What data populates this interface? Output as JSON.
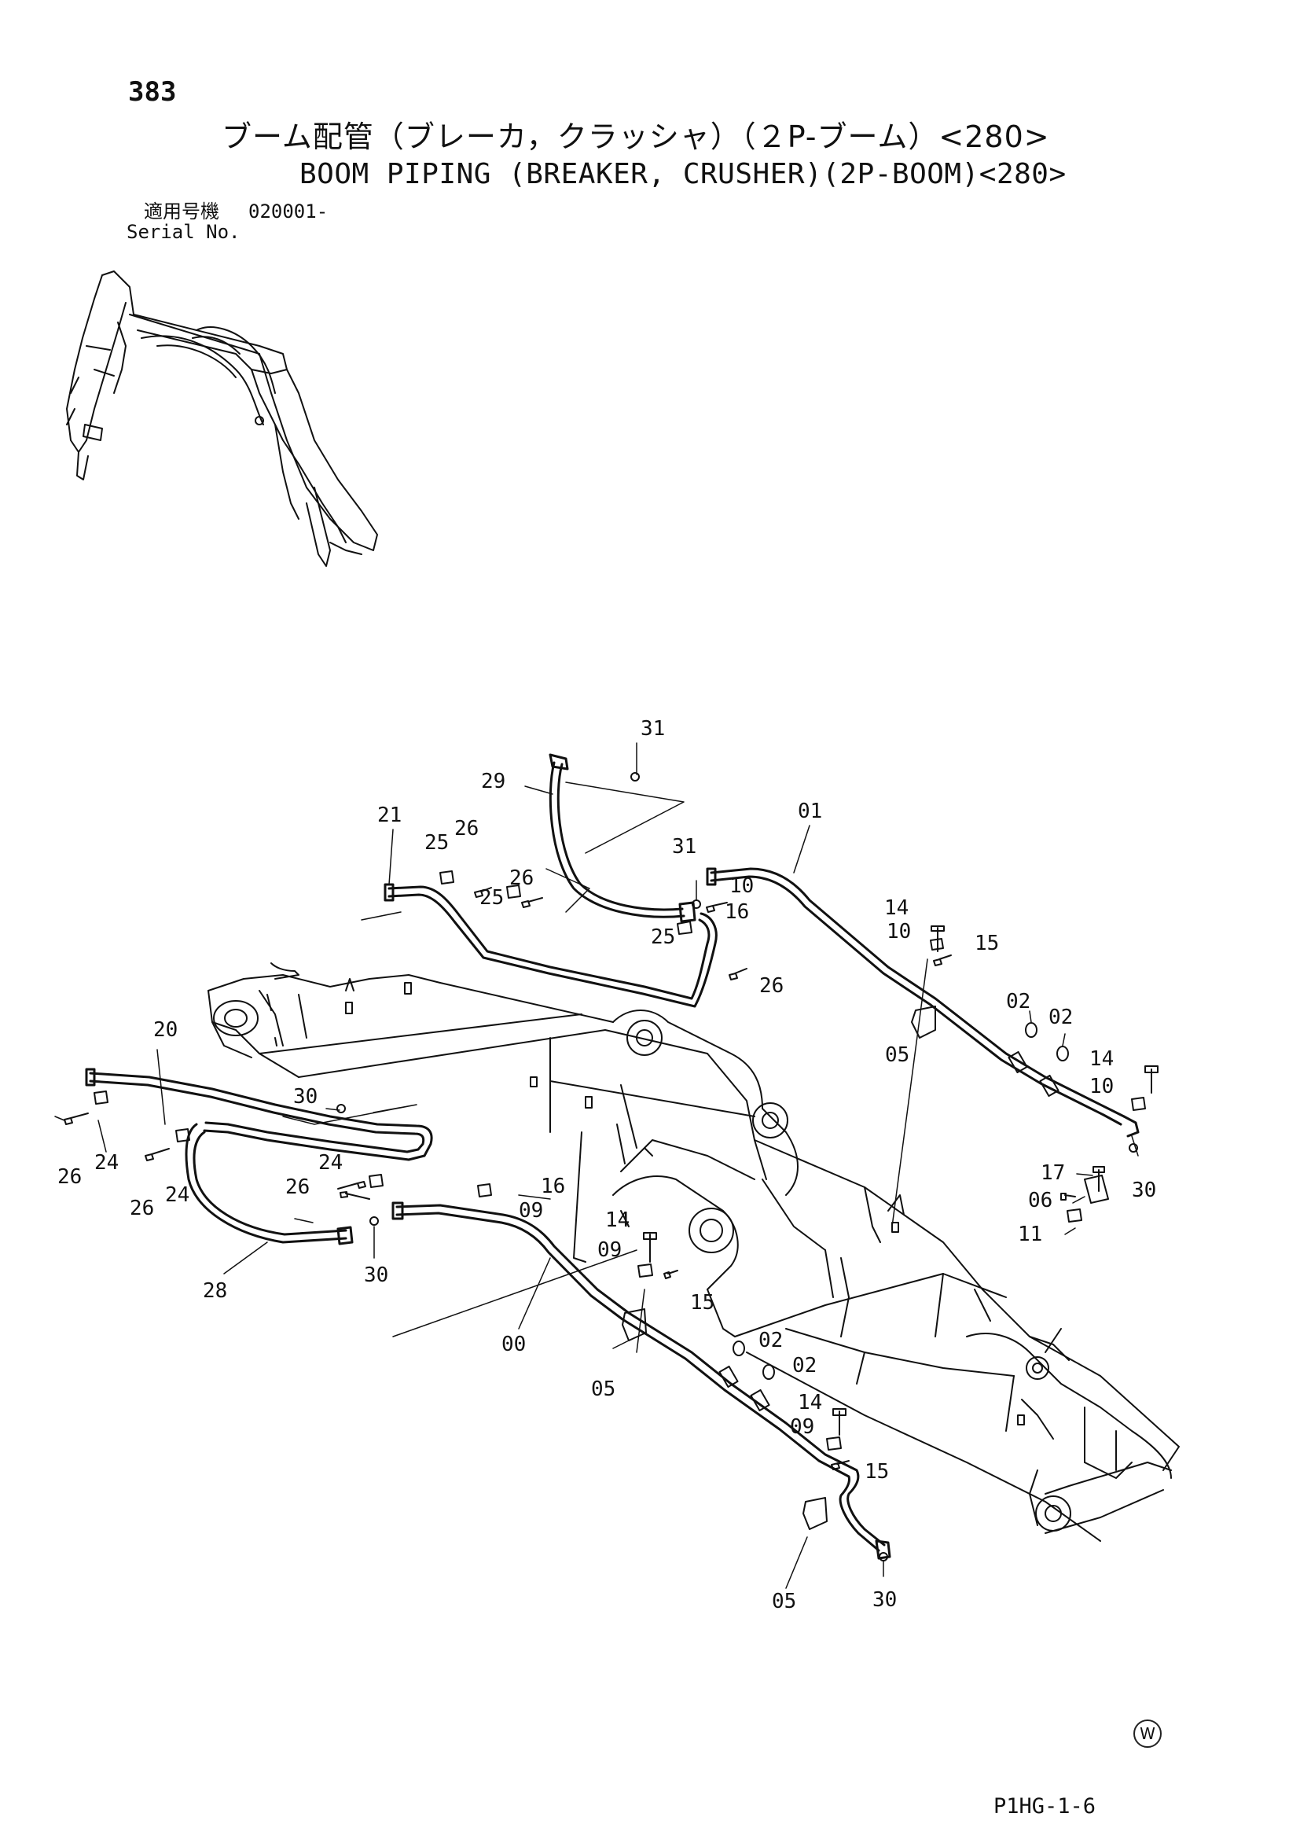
{
  "header": {
    "page_number": "383",
    "title_jp": "ブーム配管（ブレーカ，クラッシャ）（２P-ブーム）<280>",
    "title_en": "BOOM PIPING (BREAKER, CRUSHER)(2P-BOOM)<280>",
    "serial_label_jp": "適用号機",
    "serial_value": "020001-",
    "serial_label_en": "Serial No."
  },
  "footer": {
    "page_code": "P1HG-1-6",
    "mark": "W"
  },
  "callouts": [
    {
      "id": "c31a",
      "label": "31"
    },
    {
      "id": "c29",
      "label": "29"
    },
    {
      "id": "c01",
      "label": "01"
    },
    {
      "id": "c21",
      "label": "21"
    },
    {
      "id": "c25a",
      "label": "25"
    },
    {
      "id": "c26a",
      "label": "26"
    },
    {
      "id": "c31b",
      "label": "31"
    },
    {
      "id": "c26b",
      "label": "26"
    },
    {
      "id": "c25b",
      "label": "25"
    },
    {
      "id": "c10a",
      "label": "10"
    },
    {
      "id": "c16a",
      "label": "16"
    },
    {
      "id": "c25c",
      "label": "25"
    },
    {
      "id": "c26c",
      "label": "26"
    },
    {
      "id": "c14a",
      "label": "14"
    },
    {
      "id": "c10b",
      "label": "10"
    },
    {
      "id": "c15a",
      "label": "15"
    },
    {
      "id": "c05a",
      "label": "05"
    },
    {
      "id": "c02a",
      "label": "02"
    },
    {
      "id": "c02b",
      "label": "02"
    },
    {
      "id": "c14b",
      "label": "14"
    },
    {
      "id": "c10c",
      "label": "10"
    },
    {
      "id": "c30a",
      "label": "30"
    },
    {
      "id": "c17",
      "label": "17"
    },
    {
      "id": "c06",
      "label": "06"
    },
    {
      "id": "c11",
      "label": "11"
    },
    {
      "id": "c20",
      "label": "20"
    },
    {
      "id": "c30b",
      "label": "30"
    },
    {
      "id": "c24a",
      "label": "24"
    },
    {
      "id": "c26d",
      "label": "26"
    },
    {
      "id": "c26e",
      "label": "26"
    },
    {
      "id": "c24b",
      "label": "24"
    },
    {
      "id": "c24c",
      "label": "24"
    },
    {
      "id": "c26f",
      "label": "26"
    },
    {
      "id": "c16b",
      "label": "16"
    },
    {
      "id": "c09a",
      "label": "09"
    },
    {
      "id": "c28",
      "label": "28"
    },
    {
      "id": "c30c",
      "label": "30"
    },
    {
      "id": "c14c",
      "label": "14"
    },
    {
      "id": "c09b",
      "label": "09"
    },
    {
      "id": "c15b",
      "label": "15"
    },
    {
      "id": "c00",
      "label": "00"
    },
    {
      "id": "c05b",
      "label": "05"
    },
    {
      "id": "c02c",
      "label": "02"
    },
    {
      "id": "c02d",
      "label": "02"
    },
    {
      "id": "c14d",
      "label": "14"
    },
    {
      "id": "c09c",
      "label": "09"
    },
    {
      "id": "c15c",
      "label": "15"
    },
    {
      "id": "c05c",
      "label": "05"
    },
    {
      "id": "c30d",
      "label": "30"
    }
  ]
}
